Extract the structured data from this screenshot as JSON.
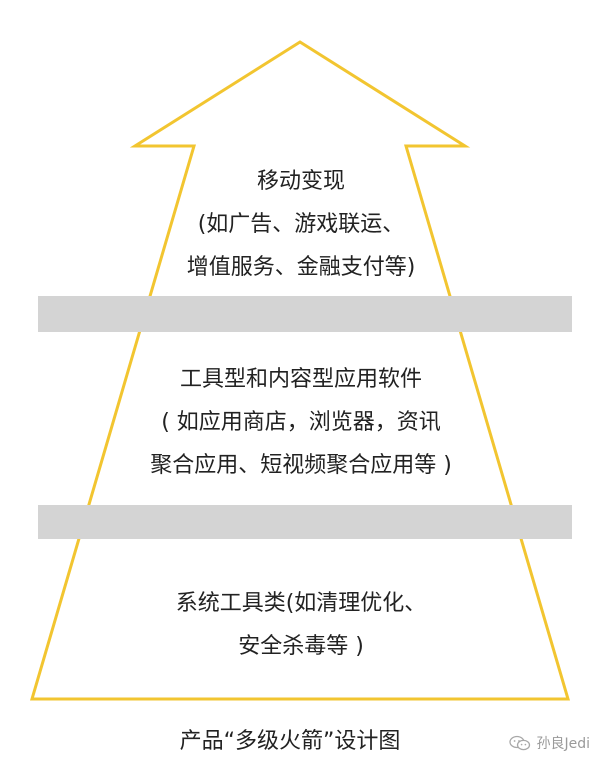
{
  "diagram": {
    "accent_color": "#F2C530",
    "band_color": "#D4D4D4",
    "tiers": [
      {
        "lines": [
          "移动变现",
          "(如广告、游戏联运、",
          "增值服务、金融支付等)"
        ]
      },
      {
        "lines": [
          "工具型和内容型应用软件",
          "( 如应用商店，浏览器，资讯",
          "聚合应用、短视频聚合应用等 )"
        ]
      },
      {
        "lines": [
          "系统工具类(如清理优化、",
          "安全杀毒等 )"
        ]
      }
    ]
  },
  "caption": "产品“多级火箭”设计图",
  "watermark": {
    "icon": "wechat-icon",
    "text": "孙良Jedi"
  }
}
